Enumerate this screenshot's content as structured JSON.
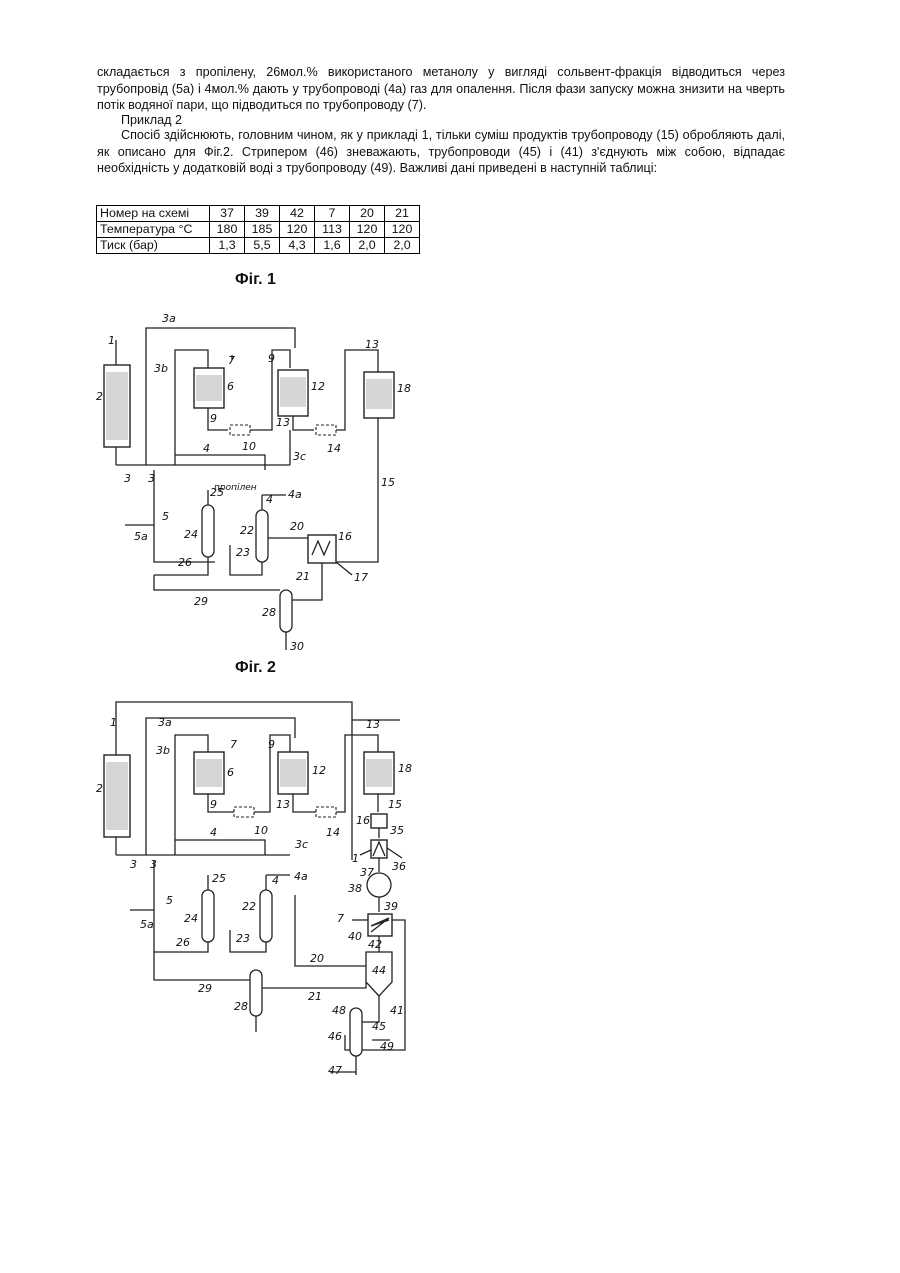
{
  "text": {
    "para1": "складається з пропілену, 26мол.% використаного метанолу у вигляді сольвент-фракція відводиться через трубопровід (5а) і 4мол.% дають у трубопроводі (4а) газ для опалення. Після фази запуску можна знизити на чверть потік водяної пари, що підводиться по трубопроводу (7).",
    "example_heading": "Приклад 2",
    "para2": "Спосіб здійснюють, головним чином, як у прикладі 1, тільки суміш продуктів трубопроводу (15) обробляють далі, як описано для Фіг.2. Стрипером (46) зневажають, трубопроводи (45) і (41) з'єднують між собою, відпадає необхідність у додатковій воді з трубопроводу (49). Важливі дані приведені в наступній таблиці:"
  },
  "table": {
    "rows": [
      {
        "label": "Номер на схемі",
        "cells": [
          "37",
          "39",
          "42",
          "7",
          "20",
          "21"
        ]
      },
      {
        "label": "Температура °С",
        "cells": [
          "180",
          "185",
          "120",
          "113",
          "120",
          "120"
        ]
      },
      {
        "label": "Тиск (бар)",
        "cells": [
          "1,3",
          "5,5",
          "4,3",
          "1,6",
          "2,0",
          "2,0"
        ]
      }
    ]
  },
  "figures": {
    "fig1_caption": "Фіг. 1",
    "fig2_caption": "Фіг. 2",
    "fig1_handwritten_note": "пропілен",
    "fig1_labels": {
      "l1": "1",
      "l2": "2",
      "l3a": "3a",
      "l3b": "3b",
      "l3c": "3c",
      "l3": "3",
      "l3b2": "3",
      "l4": "4",
      "l4a": "4a",
      "l4b": "4",
      "l5": "5",
      "l5a": "5a",
      "l6": "6",
      "l7": "7",
      "l9": "9",
      "l9b": "9",
      "l10": "10",
      "l12": "12",
      "l13": "13",
      "l13b": "13",
      "l14": "14",
      "l15": "15",
      "l16": "16",
      "l17": "17",
      "l18": "18",
      "l20": "20",
      "l21": "21",
      "l22": "22",
      "l23": "23",
      "l24": "24",
      "l25": "25",
      "l26": "26",
      "l28": "28",
      "l29": "29",
      "l30": "30"
    },
    "fig2_labels": {
      "l1": "1",
      "l1b": "1",
      "l2": "2",
      "l3a": "3a",
      "l3b": "3b",
      "l3c": "3c",
      "l3": "3",
      "l3b2": "3",
      "l4": "4",
      "l4a": "4a",
      "l4b": "4",
      "l5": "5",
      "l5a": "5a",
      "l6": "6",
      "l7": "7",
      "l7b": "7",
      "l9": "9",
      "l9b": "9",
      "l10": "10",
      "l12": "12",
      "l13": "13",
      "l13b": "13",
      "l14": "14",
      "l15": "15",
      "l16": "16",
      "l18": "18",
      "l20": "20",
      "l21": "21",
      "l22": "22",
      "l23": "23",
      "l24": "24",
      "l25": "25",
      "l26": "26",
      "l28": "28",
      "l29": "29",
      "l35": "35",
      "l36": "36",
      "l37": "37",
      "l38": "38",
      "l39": "39",
      "l40": "40",
      "l41": "41",
      "l42": "42",
      "l44": "44",
      "l45": "45",
      "l46": "46",
      "l47": "47",
      "l48": "48",
      "l49": "49"
    }
  }
}
